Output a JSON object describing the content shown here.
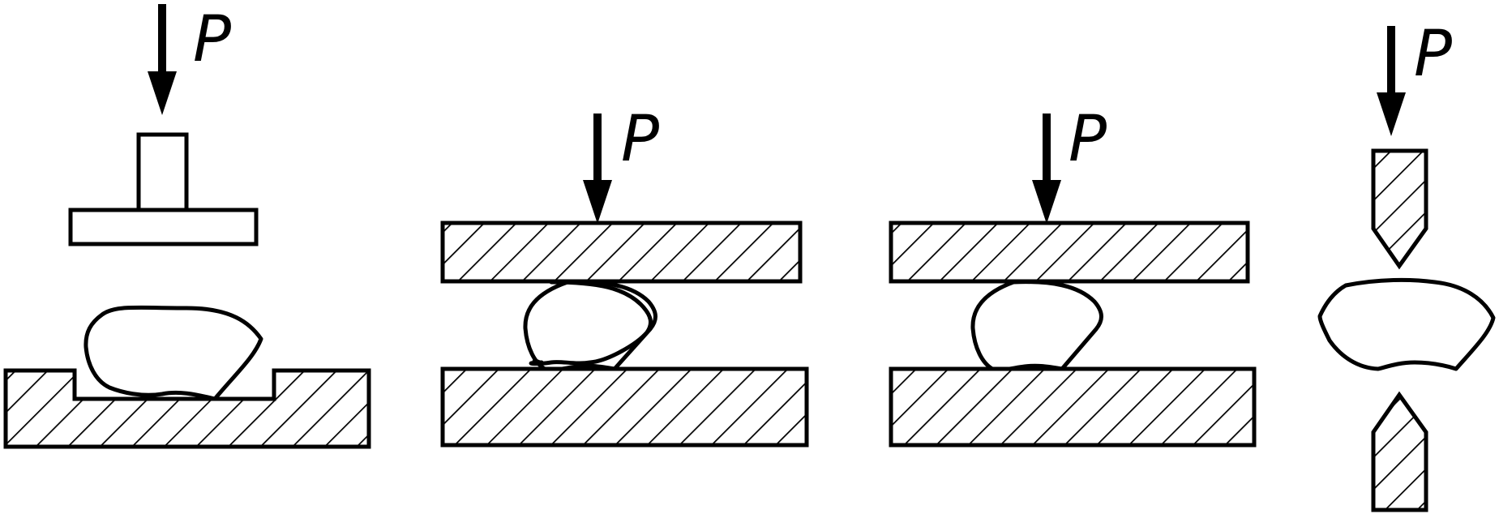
{
  "figure": {
    "panels": [
      {
        "id": "panel-1",
        "force_label": "P"
      },
      {
        "id": "panel-2",
        "force_label": "P"
      },
      {
        "id": "panel-3",
        "force_label": "P"
      },
      {
        "id": "panel-4",
        "force_label": "P"
      }
    ],
    "colors": {
      "line": "#000000",
      "background": "#ffffff"
    }
  }
}
